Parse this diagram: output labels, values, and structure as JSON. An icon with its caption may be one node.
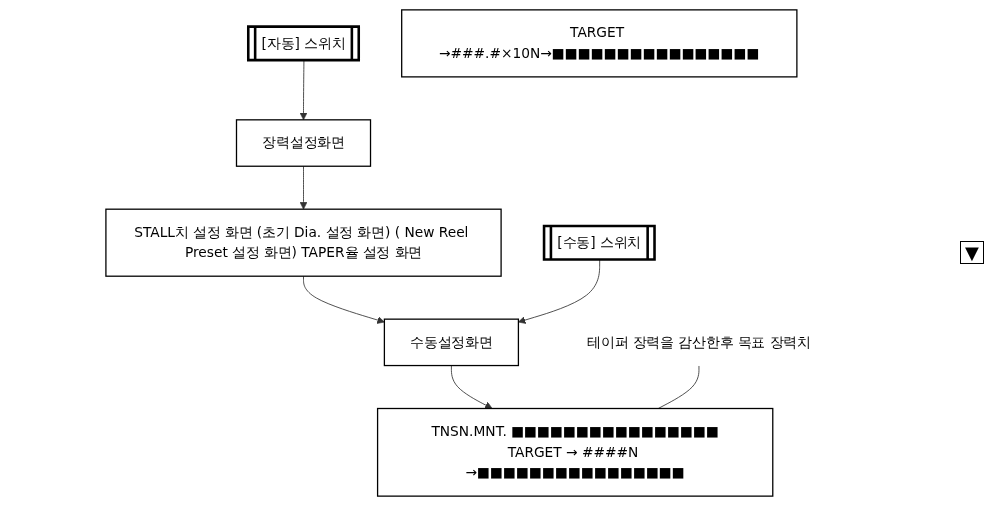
{
  "diagram": {
    "nodes": [
      {
        "text": [
          "[자동] 스위치"
        ]
      },
      {
        "text": [
          "장력설정화면"
        ]
      },
      {
        "text": [
          "STALL치 설정 화면 (초기 Dia. 설정 화면) ( New Reel Preset 설정 화면) TAPER율 설정 화면"
        ]
      },
      {
        "text": [
          "[수동] 스위치"
        ]
      },
      {
        "text": [
          "수동설정화면"
        ]
      },
      {
        "text": [
          "TNSN.MNT. ■■■■■■■■■■■■■■■■",
          "TARGET → ####N →■■■■■■■■■■■■■■■■"
        ]
      },
      {
        "text": [
          "TARGET →###.#×10N→■■■■■■■■■■■■■■■■"
        ]
      },
      {
        "text": [
          "테이퍼 장력을 감산한후 목표 장력치"
        ]
      }
    ],
    "edges": [
      {
        "from": 0,
        "to": 1,
        "arrow": "to"
      },
      {
        "from": 1,
        "to": 2,
        "arrow": "to"
      },
      {
        "from": 2,
        "to": 4,
        "arrow": "to"
      },
      {
        "from": 3,
        "to": 4,
        "arrow": "to"
      },
      {
        "from": 4,
        "to": 5,
        "arrow": "to"
      },
      {
        "from": 7,
        "to": 5,
        "arrow": "none"
      }
    ],
    "labels": [
      "▼"
    ]
  }
}
